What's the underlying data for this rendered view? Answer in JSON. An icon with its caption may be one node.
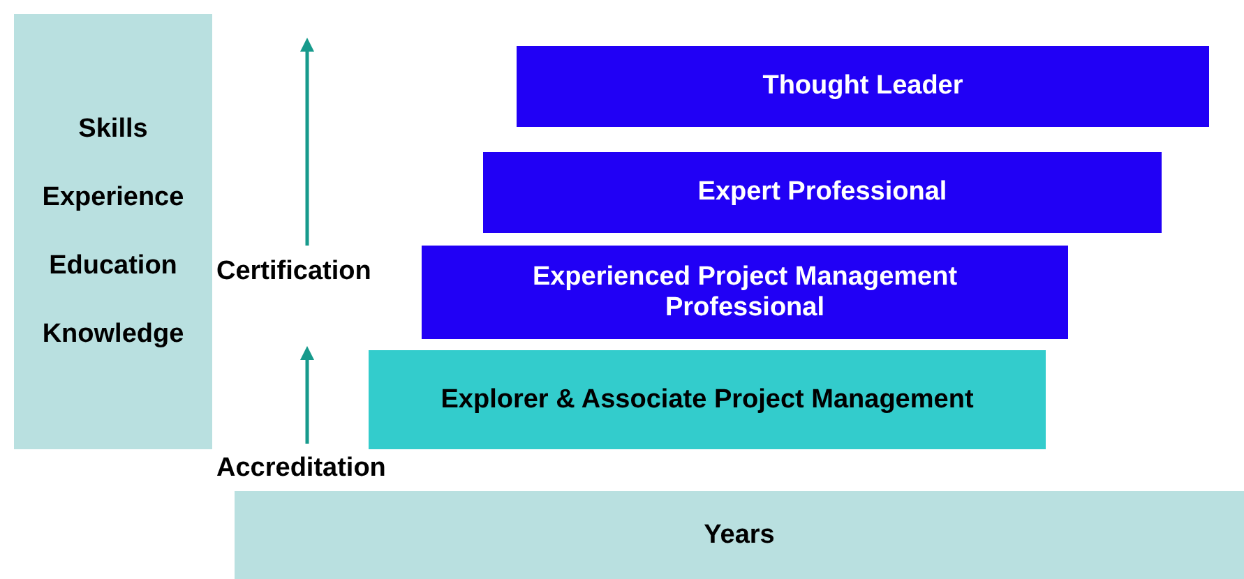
{
  "diagram": {
    "nodes": [
      {
        "text": [
          "Skills",
          "Experience",
          "Education",
          "Knowledge"
        ]
      },
      {
        "text": [
          "Thought Leader"
        ]
      },
      {
        "text": [
          "Expert Professional"
        ]
      },
      {
        "text": [
          "Experienced Project Management Professional"
        ]
      },
      {
        "text": [
          "Explorer & Associate Project Management"
        ]
      },
      {
        "text": [
          "Years"
        ]
      }
    ],
    "labels": [
      "Certification",
      "Accreditation"
    ]
  }
}
